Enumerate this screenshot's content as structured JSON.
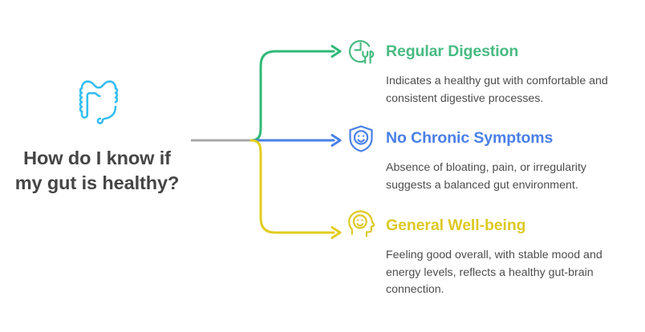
{
  "question": {
    "icon": "large-intestine-icon",
    "icon_color": "#35beef",
    "text": "How do I know if my gut is healthy?",
    "text_color": "#454545"
  },
  "connector": {
    "stem_color": "#a8a8a8"
  },
  "branches": [
    {
      "id": "regular-digestion",
      "icon": "clock-fork-knife-icon",
      "title": "Regular Digestion",
      "description": "Indicates a healthy gut with comfortable and consistent digestive processes.",
      "color": "#48bb82"
    },
    {
      "id": "no-chronic-symptoms",
      "icon": "shield-smiley-icon",
      "title": "No Chronic Symptoms",
      "description": "Absence of bloating, pain, or irregularity suggests a balanced gut environment.",
      "color": "#4a7fe8"
    },
    {
      "id": "general-well-being",
      "icon": "head-smiley-icon",
      "title": "General Well-being",
      "description": "Feeling good overall, with stable mood and energy levels, reflects a healthy gut-brain connection.",
      "color": "#ddc922"
    }
  ]
}
